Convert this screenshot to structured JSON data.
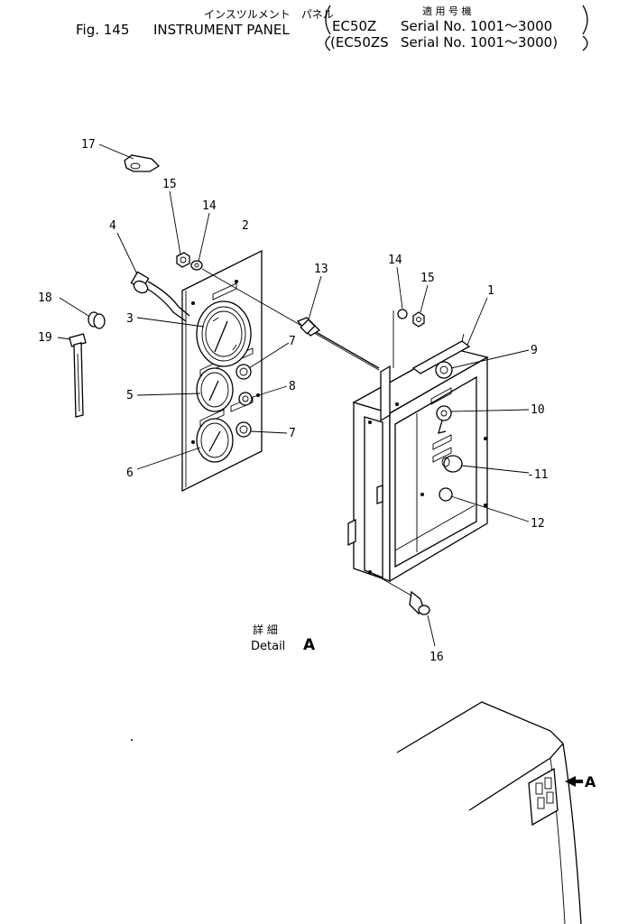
{
  "header": {
    "fig_label": "Fig. 145",
    "title_jp": "インスツルメント　パネル",
    "title_en": "INSTRUMENT PANEL",
    "applicable_jp": "適 用 号 機",
    "models": [
      {
        "model": "EC50Z",
        "serial": "Serial No. 1001～3000"
      },
      {
        "model": "(EC50ZS",
        "serial": "Serial No. 1001～3000)"
      }
    ]
  },
  "callouts": [
    "1",
    "2",
    "3",
    "4",
    "5",
    "6",
    "7",
    "7",
    "8",
    "9",
    "10",
    "-11",
    "12",
    "13",
    "14",
    "14",
    "15",
    "15",
    "16",
    "17",
    "18",
    "19"
  ],
  "detail": {
    "label_jp": "詳 細",
    "label_en": "Detail",
    "letter": "A",
    "arrow_letter": "A"
  }
}
